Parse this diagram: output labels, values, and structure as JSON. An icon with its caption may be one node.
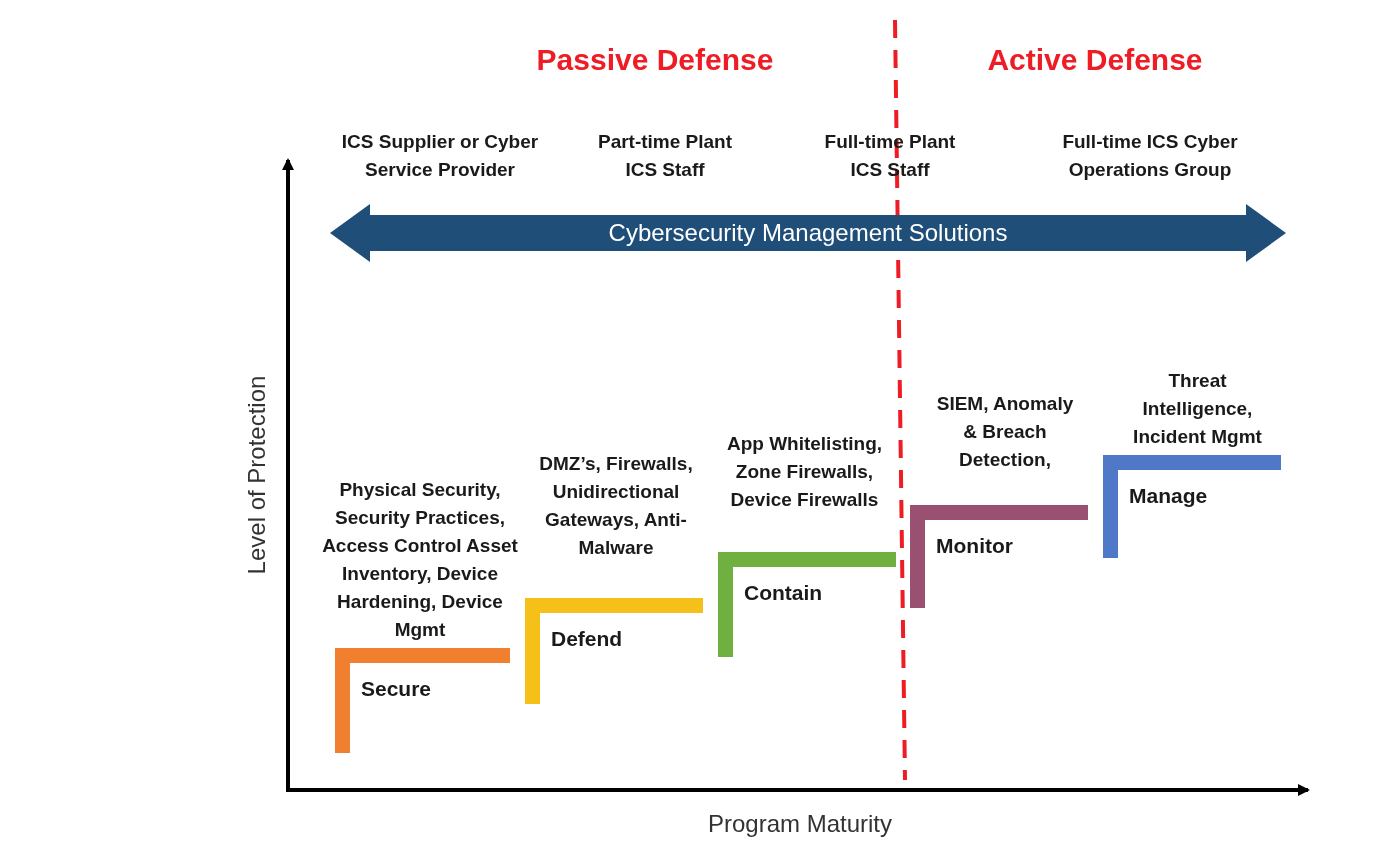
{
  "diagram": {
    "nodes": [
      {
        "text": [
          "Cybersecurity Management Solutions"
        ]
      },
      {
        "text": [
          "Secure"
        ]
      },
      {
        "text": [
          "Defend"
        ]
      },
      {
        "text": [
          "Contain"
        ]
      },
      {
        "text": [
          "Monitor"
        ]
      },
      {
        "text": [
          "Manage"
        ]
      }
    ],
    "edges": [],
    "labels": [
      "Passive Defense",
      "Active Defense",
      "ICS Supplier or Cyber Service Provider",
      "Part-time Plant ICS Staff",
      "Full-time Plant ICS Staff",
      "Full-time ICS Cyber Operations Group",
      "Level of Protection",
      "Physical Security, Security Practices, Access Control Asset Inventory, Device Hardening, Device Mgmt",
      "DMZ’s, Firewalls, Unidirectional Gateways, Anti-Malware",
      "App Whitelisting, Zone Firewalls, Device Firewalls",
      "SIEM, Anomaly & Breach Detection,",
      "Threat Intelligence, Incident Mgmt",
      "Program Maturity"
    ]
  }
}
